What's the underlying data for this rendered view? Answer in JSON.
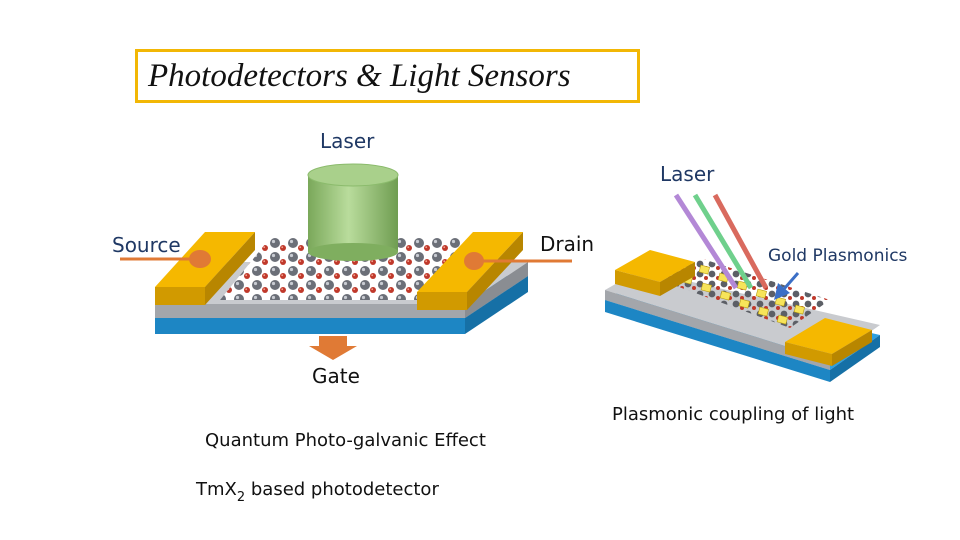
{
  "slide": {
    "title": "Photodetectors & Light Sensors",
    "colors": {
      "title_border": "#f2b705",
      "label_blue": "#1f3864",
      "gold_contact": "#f5b800",
      "substrate_blue": "#2ea0e0",
      "laser_green": "#8dc56b",
      "lead_orange": "#e07a35"
    }
  },
  "left_device": {
    "laser_label": "Laser",
    "source_label": "Source",
    "drain_label": "Drain",
    "gate_label": "Gate",
    "caption_effect": "Quantum Photo-galvanic Effect",
    "caption_device_prefix": "TmX",
    "caption_device_subscript": "2",
    "caption_device_suffix": " based photodetector"
  },
  "right_device": {
    "laser_label": "Laser",
    "plasmonics_label": "Gold Plasmonics",
    "caption": "Plasmonic coupling of light"
  }
}
